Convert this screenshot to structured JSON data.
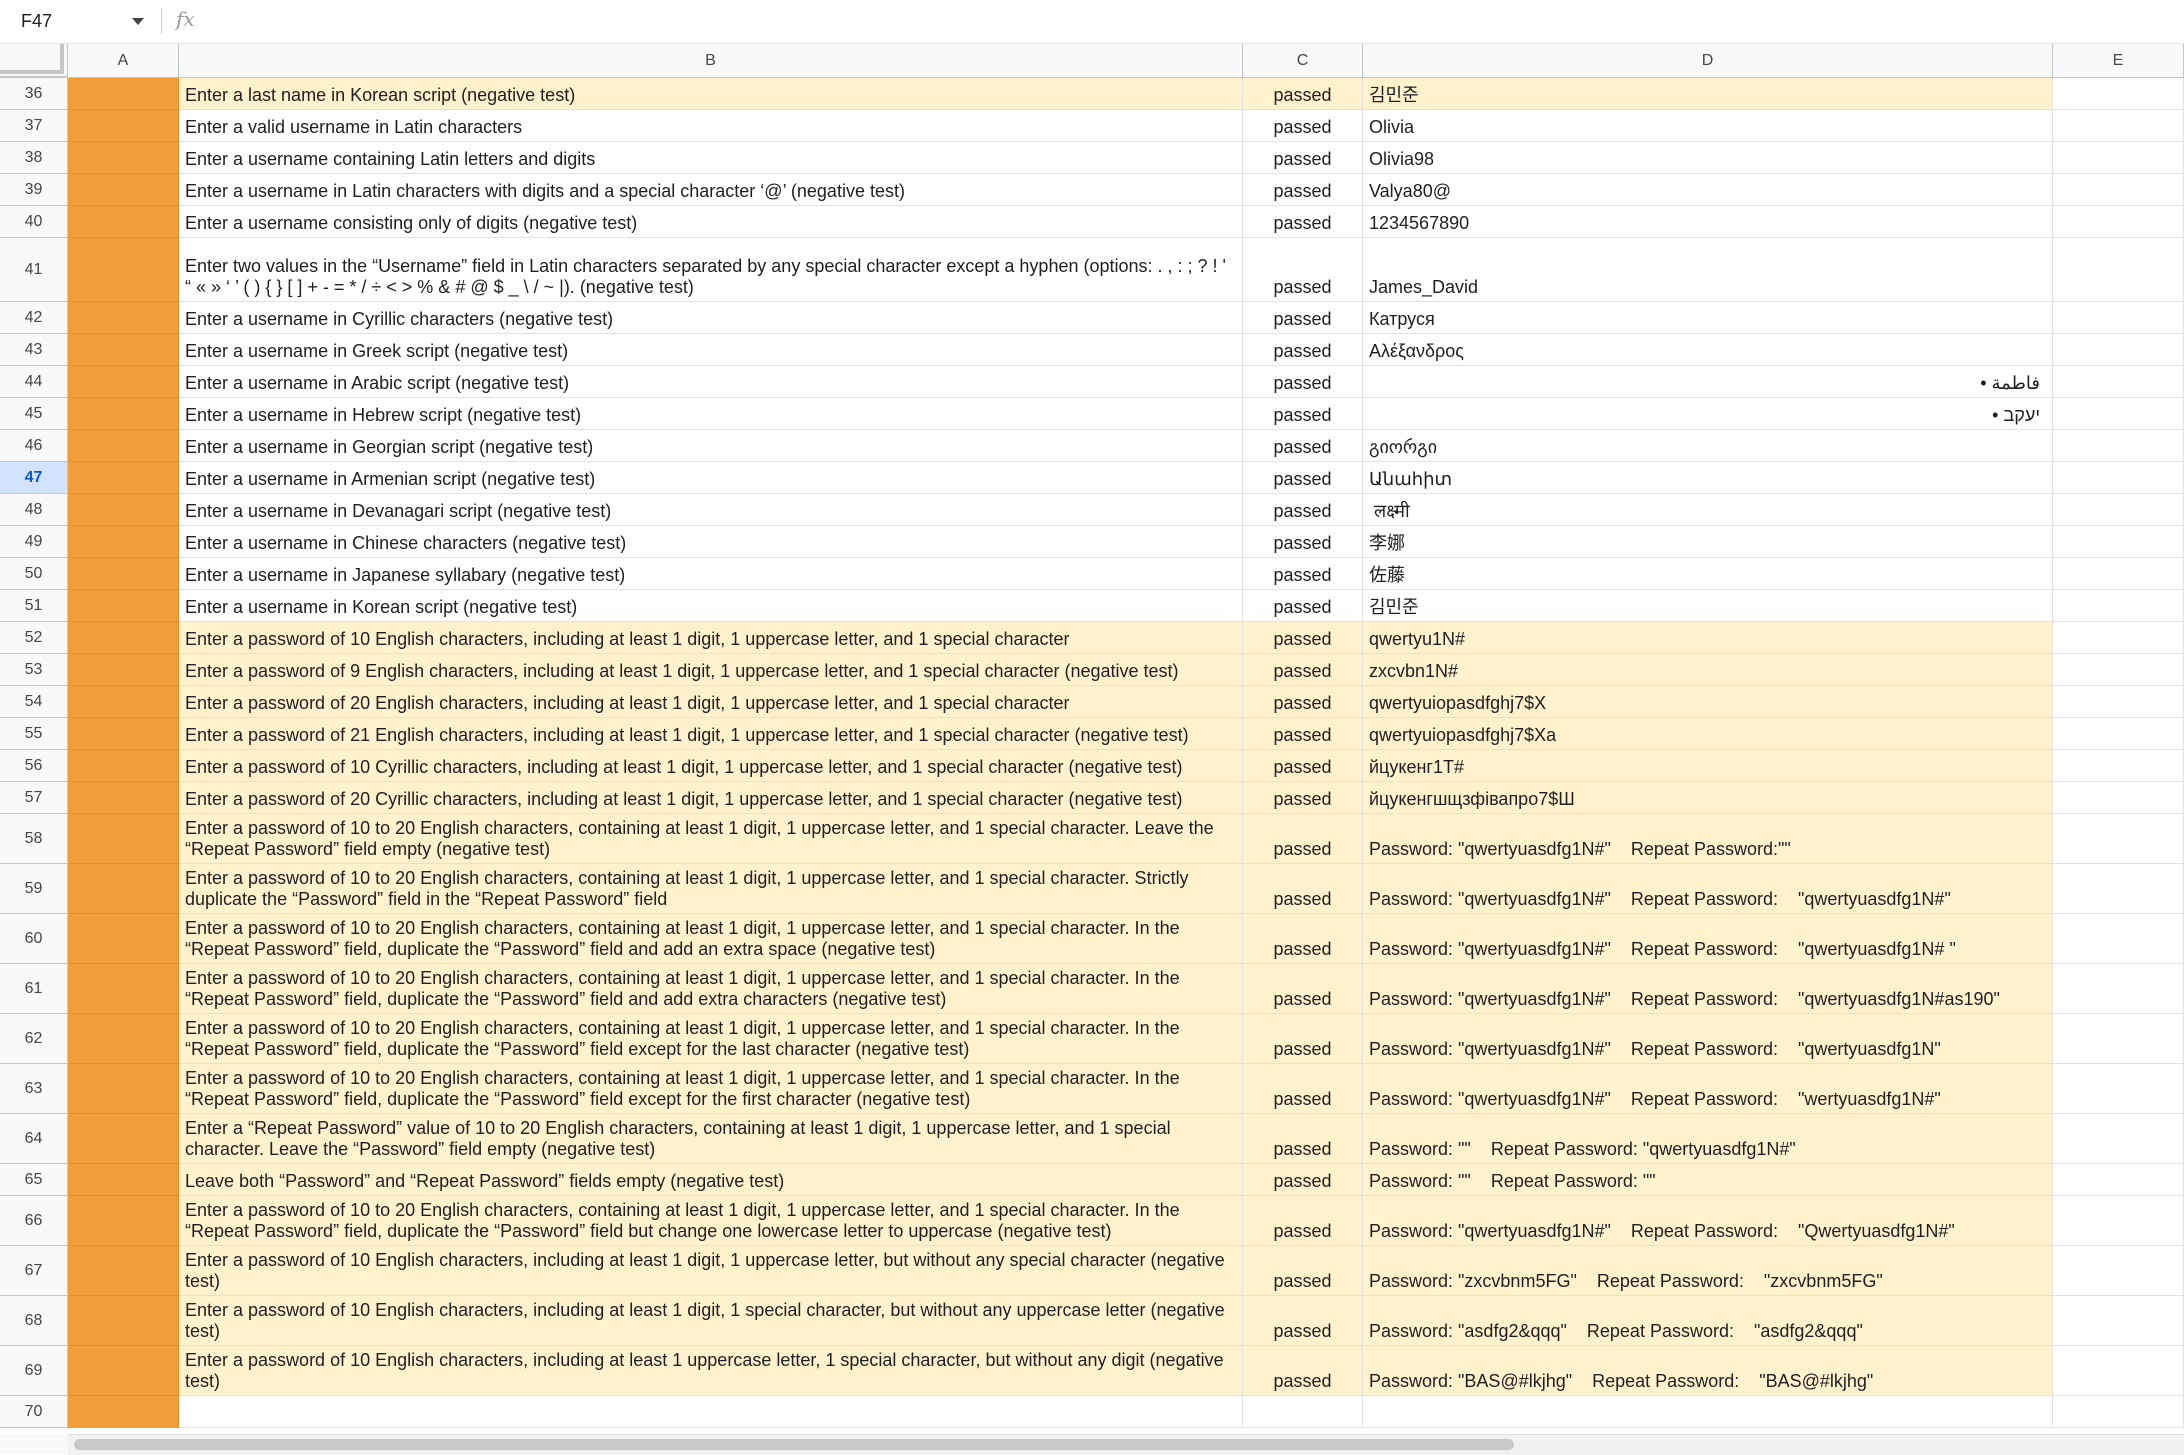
{
  "formula_bar": {
    "cell_ref": "F47",
    "fx_label": "fx",
    "formula": ""
  },
  "columns": [
    "A",
    "B",
    "C",
    "D",
    "E"
  ],
  "selected_row": "47",
  "colors": {
    "column_a_fill": "#f09d3a",
    "highlight_fill": "#fff2cc",
    "selected_header": "#d3e3fd"
  },
  "rows": [
    {
      "n": "36",
      "b": "Enter a last name in Korean script (negative test)",
      "c": "passed",
      "d": "김민준",
      "hl": true,
      "h": 32
    },
    {
      "n": "37",
      "b": "Enter a valid username in Latin characters",
      "c": "passed",
      "d": "Olivia",
      "hl": false,
      "h": 32
    },
    {
      "n": "38",
      "b": "Enter a username containing Latin letters and digits",
      "c": "passed",
      "d": "Olivia98",
      "hl": false,
      "h": 32
    },
    {
      "n": "39",
      "b": "Enter a username in Latin characters with digits and a special character ‘@’ (negative test)",
      "c": "passed",
      "d": "Valya80@",
      "hl": false,
      "h": 32
    },
    {
      "n": "40",
      "b": "Enter a username consisting only of digits (negative test)",
      "c": "passed",
      "d": "1234567890",
      "hl": false,
      "h": 32
    },
    {
      "n": "41",
      "b": "Enter two values in the “Username” field in Latin characters separated by any special character except a hyphen (options: . , : ; ? ! ' “ « » ‘ ’ ( ) { } [ ] + - = * / ÷ < > % & # @ $ _ \\ / ~ |). (negative test)",
      "c": "passed",
      "d": "James_David",
      "hl": false,
      "h": 64
    },
    {
      "n": "42",
      "b": "Enter a username in Cyrillic characters (negative test)",
      "c": "passed",
      "d": "Катруся",
      "hl": false,
      "h": 32
    },
    {
      "n": "43",
      "b": "Enter a username in Greek script (negative test)",
      "c": "passed",
      "d": "Αλέξανδρος",
      "hl": false,
      "h": 32
    },
    {
      "n": "44",
      "b": "Enter a username in Arabic script (negative test)",
      "c": "passed",
      "d": "فاطمة •",
      "hl": false,
      "h": 32,
      "rtl": true
    },
    {
      "n": "45",
      "b": "Enter a username in Hebrew script (negative test)",
      "c": "passed",
      "d": "יעקב •",
      "hl": false,
      "h": 32,
      "rtl": true
    },
    {
      "n": "46",
      "b": "Enter a username in Georgian script (negative test)",
      "c": "passed",
      "d": "გიორგი",
      "hl": false,
      "h": 32
    },
    {
      "n": "47",
      "b": "Enter a username in Armenian script (negative test)",
      "c": "passed",
      "d": "Անահիտ",
      "hl": false,
      "h": 32
    },
    {
      "n": "48",
      "b": "Enter a username in Devanagari script (negative test)",
      "c": "passed",
      "d": " लक्ष्मी",
      "hl": false,
      "h": 32
    },
    {
      "n": "49",
      "b": "Enter a username in Chinese characters (negative test)",
      "c": "passed",
      "d": "李娜",
      "hl": false,
      "h": 32
    },
    {
      "n": "50",
      "b": "Enter a username in Japanese syllabary (negative test)",
      "c": "passed",
      "d": "佐藤",
      "hl": false,
      "h": 32
    },
    {
      "n": "51",
      "b": "Enter a username in Korean script (negative test)",
      "c": "passed",
      "d": "김민준",
      "hl": false,
      "h": 32
    },
    {
      "n": "52",
      "b": "Enter a password of 10 English characters, including at least 1 digit, 1 uppercase letter, and 1 special character",
      "c": "passed",
      "d": "qwertyu1N#",
      "hl": true,
      "h": 32
    },
    {
      "n": "53",
      "b": "Enter a password of 9 English characters, including at least 1 digit, 1 uppercase letter, and 1 special character (negative test)",
      "c": "passed",
      "d": "zxcvbn1N#",
      "hl": true,
      "h": 32
    },
    {
      "n": "54",
      "b": "Enter a password of 20 English characters, including at least 1 digit, 1 uppercase letter, and 1 special character",
      "c": "passed",
      "d": "qwertyuiopasdfghj7$X",
      "hl": true,
      "h": 32
    },
    {
      "n": "55",
      "b": "Enter a password of 21 English characters, including at least 1 digit, 1 uppercase letter, and 1 special character (negative test)",
      "c": "passed",
      "d": "qwertyuiopasdfghj7$Xa",
      "hl": true,
      "h": 32
    },
    {
      "n": "56",
      "b": "Enter a password of 10 Cyrillic characters, including at least 1 digit, 1 uppercase letter, and 1 special character (negative test)",
      "c": "passed",
      "d": "йцукенг1Т#",
      "hl": true,
      "h": 32
    },
    {
      "n": "57",
      "b": "Enter a password of 20 Cyrillic characters, including at least 1 digit, 1 uppercase letter, and 1 special character (negative test)",
      "c": "passed",
      "d": "йцукенгшщзфівапро7$Ш",
      "hl": true,
      "h": 32
    },
    {
      "n": "58",
      "b": "Enter a password of 10 to 20 English characters, containing at least 1 digit, 1 uppercase letter, and 1 special character. Leave the “Repeat Password” field empty (negative test)",
      "c": "passed",
      "d": "Password: \"qwertyuasdfg1N#\"    Repeat Password:\"\"",
      "hl": true,
      "h": 50
    },
    {
      "n": "59",
      "b": "Enter a password of 10 to 20 English characters, containing at least 1 digit, 1 uppercase letter, and 1 special character. Strictly duplicate the “Password” field in the “Repeat Password” field",
      "c": "passed",
      "d": "Password: \"qwertyuasdfg1N#\"    Repeat Password:    \"qwertyuasdfg1N#\"",
      "hl": true,
      "h": 50
    },
    {
      "n": "60",
      "b": "Enter a password of 10 to 20 English characters, containing at least 1 digit, 1 uppercase letter, and 1 special character. In the “Repeat Password” field, duplicate the “Password” field and add an extra space (negative test)",
      "c": "passed",
      "d": "Password: \"qwertyuasdfg1N#\"    Repeat Password:    \"qwertyuasdfg1N# \"",
      "hl": true,
      "h": 50
    },
    {
      "n": "61",
      "b": "Enter a password of 10 to 20 English characters, containing at least 1 digit, 1 uppercase letter, and 1 special character. In the “Repeat Password” field, duplicate the “Password” field and add extra characters (negative test)",
      "c": "passed",
      "d": "Password: \"qwertyuasdfg1N#\"    Repeat Password:    \"qwertyuasdfg1N#as190\"",
      "hl": true,
      "h": 50
    },
    {
      "n": "62",
      "b": "Enter a password of 10 to 20 English characters, containing at least 1 digit, 1 uppercase letter, and 1 special character. In the “Repeat Password” field, duplicate the “Password” field except for the last character (negative test)",
      "c": "passed",
      "d": "Password: \"qwertyuasdfg1N#\"    Repeat Password:    \"qwertyuasdfg1N\"",
      "hl": true,
      "h": 50
    },
    {
      "n": "63",
      "b": "Enter a password of 10 to 20 English characters, containing at least 1 digit, 1 uppercase letter, and 1 special character. In the “Repeat Password” field, duplicate the “Password” field except for the first character (negative test)",
      "c": "passed",
      "d": "Password: \"qwertyuasdfg1N#\"    Repeat Password:    \"wertyuasdfg1N#\"",
      "hl": true,
      "h": 50
    },
    {
      "n": "64",
      "b": "Enter a “Repeat Password” value of 10 to 20 English characters, containing at least 1 digit, 1 uppercase letter, and 1 special character. Leave the “Password” field empty (negative test)",
      "c": "passed",
      "d": "Password: \"\"    Repeat Password: \"qwertyuasdfg1N#\"",
      "hl": true,
      "h": 50
    },
    {
      "n": "65",
      "b": "Leave both “Password” and “Repeat Password” fields empty (negative test)",
      "c": "passed",
      "d": "Password: \"\"    Repeat Password: \"\"",
      "hl": true,
      "h": 32
    },
    {
      "n": "66",
      "b": "Enter a password of 10 to 20 English characters, containing at least 1 digit, 1 uppercase letter, and 1 special character. In the “Repeat Password” field, duplicate the “Password” field but change one lowercase letter to uppercase (negative test)",
      "c": "passed",
      "d": "Password: \"qwertyuasdfg1N#\"    Repeat Password:    \"Qwertyuasdfg1N#\"",
      "hl": true,
      "h": 50
    },
    {
      "n": "67",
      "b": "Enter a password of 10 English characters, including at least 1 digit, 1 uppercase letter, but without any special character (negative test)",
      "c": "passed",
      "d": "Password: \"zxcvbnm5FG\"    Repeat Password:    \"zxcvbnm5FG\"",
      "hl": true,
      "h": 50
    },
    {
      "n": "68",
      "b": "Enter a password of 10 English characters, including at least 1 digit, 1 special character, but without any uppercase letter (negative test)",
      "c": "passed",
      "d": "Password: \"asdfg2&qqq\"    Repeat Password:    \"asdfg2&qqq\"",
      "hl": true,
      "h": 50
    },
    {
      "n": "69",
      "b": "Enter a password of 10 English characters, including at least 1 uppercase letter, 1 special character, but without any digit (negative test)",
      "c": "passed",
      "d": "Password: \"BAS@#lkjhg\"    Repeat Password:    \"BAS@#lkjhg\"",
      "hl": true,
      "h": 50
    },
    {
      "n": "70",
      "b": "",
      "c": "",
      "d": "",
      "hl": false,
      "h": 32
    }
  ]
}
